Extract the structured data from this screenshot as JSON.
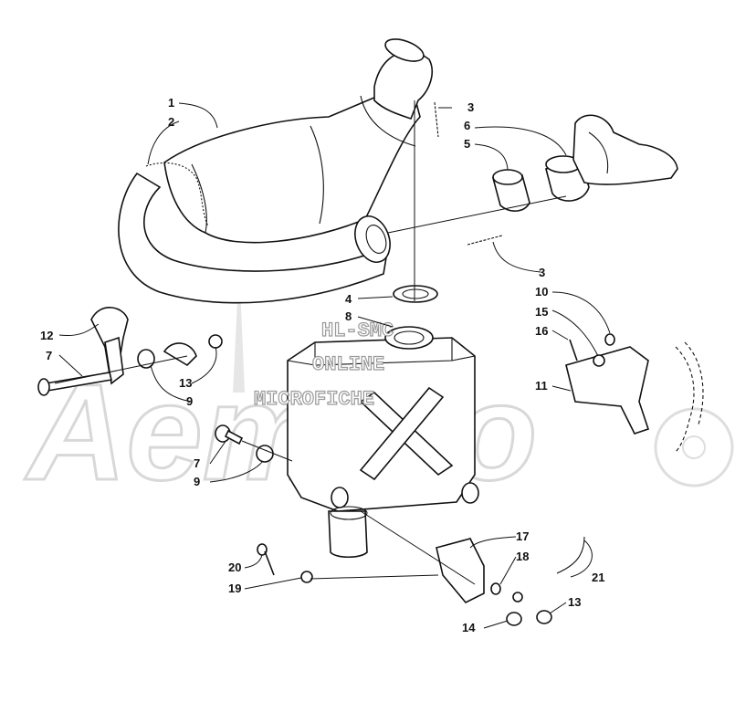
{
  "watermark": {
    "brand": "Aemoto",
    "line1": "HL-SMC",
    "line2": "ONLINE",
    "line3": "MICROFICHE"
  },
  "callouts": [
    {
      "id": "c1",
      "text": "1"
    },
    {
      "id": "c2",
      "text": "2"
    },
    {
      "id": "c3a",
      "text": "3"
    },
    {
      "id": "c3b",
      "text": "3"
    },
    {
      "id": "c4",
      "text": "4"
    },
    {
      "id": "c5",
      "text": "5"
    },
    {
      "id": "c6",
      "text": "6"
    },
    {
      "id": "c7a",
      "text": "7"
    },
    {
      "id": "c7b",
      "text": "7"
    },
    {
      "id": "c8",
      "text": "8"
    },
    {
      "id": "c9a",
      "text": "9"
    },
    {
      "id": "c9b",
      "text": "9"
    },
    {
      "id": "c10",
      "text": "10"
    },
    {
      "id": "c11",
      "text": "11"
    },
    {
      "id": "c12",
      "text": "12"
    },
    {
      "id": "c13a",
      "text": "13"
    },
    {
      "id": "c13b",
      "text": "13"
    },
    {
      "id": "c14",
      "text": "14"
    },
    {
      "id": "c15",
      "text": "15"
    },
    {
      "id": "c16",
      "text": "16"
    },
    {
      "id": "c17",
      "text": "17"
    },
    {
      "id": "c18",
      "text": "18"
    },
    {
      "id": "c19",
      "text": "19"
    },
    {
      "id": "c20",
      "text": "20"
    },
    {
      "id": "c21",
      "text": "21"
    }
  ]
}
